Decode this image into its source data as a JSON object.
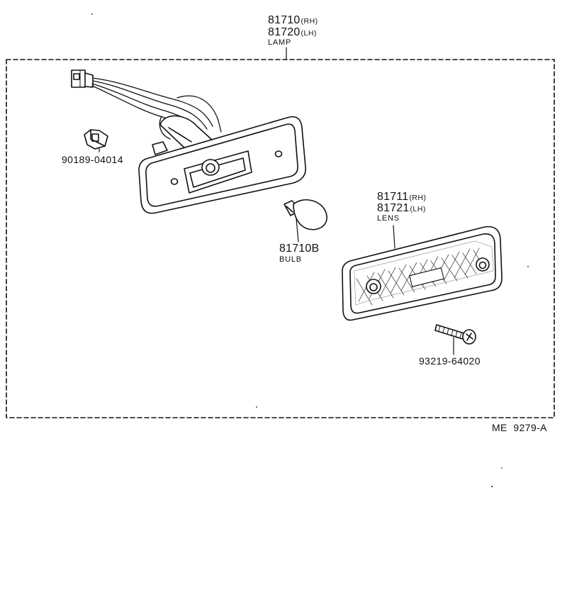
{
  "lamp": {
    "part_rh": "81710",
    "side_rh": "(RH)",
    "part_lh": "81720",
    "side_lh": "(LH)",
    "name": "LAMP"
  },
  "lens": {
    "part_rh": "81711",
    "side_rh": "(RH)",
    "part_lh": "81721",
    "side_lh": "(LH)",
    "name": "LENS"
  },
  "bulb": {
    "part": "81710B",
    "name": "BULB"
  },
  "clip": {
    "part": "90189-04014"
  },
  "screw": {
    "part": "93219-64020"
  },
  "diagram_ref": "ME  9279-A"
}
